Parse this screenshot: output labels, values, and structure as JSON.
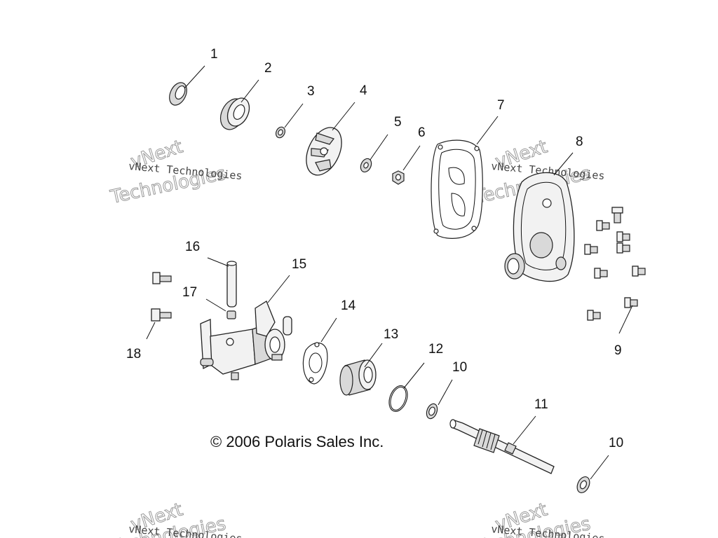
{
  "callouts": {
    "c1": "1",
    "c2": "2",
    "c3": "3",
    "c4": "4",
    "c5": "5",
    "c6": "6",
    "c7": "7",
    "c8": "8",
    "c9": "9",
    "c10a": "10",
    "c10b": "10",
    "c11": "11",
    "c12": "12",
    "c13": "13",
    "c14": "14",
    "c15": "15",
    "c16": "16",
    "c17": "17",
    "c18": "18"
  },
  "copyright": "© 2006 Polaris Sales Inc.",
  "watermark": {
    "line_small": "vNext Technologies",
    "word_a": "vNext",
    "word_b": "Technologies"
  }
}
